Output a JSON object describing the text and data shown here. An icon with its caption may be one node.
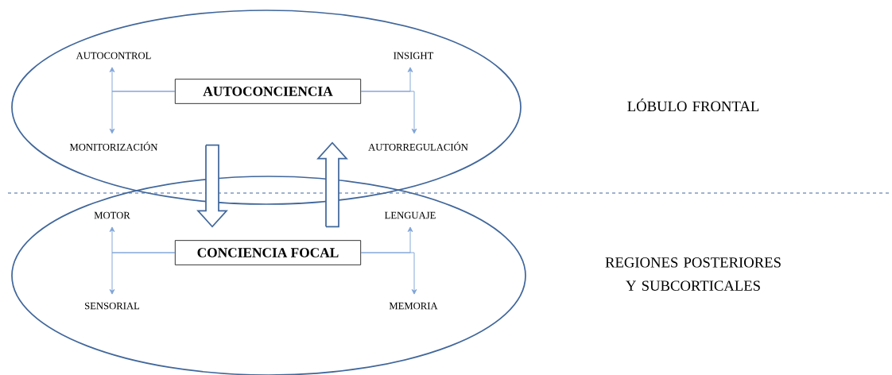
{
  "diagram": {
    "nodes": [
      {
        "text": [],
        "shape": "ellipse"
      },
      {
        "text": [
          "AUTOCONTROL"
        ],
        "in": 0
      },
      {
        "text": [
          "INSIGHT"
        ],
        "in": 0
      },
      {
        "text": [
          "AUTOCONCIENCIA"
        ],
        "in": 0
      },
      {
        "text": [
          "MONITORIZACIÓN"
        ],
        "in": 0
      },
      {
        "text": [
          "AUTORREGULACIÓN"
        ],
        "in": 0
      },
      {
        "text": [],
        "shape": "ellipse"
      },
      {
        "text": [
          "MOTOR"
        ],
        "in": 6
      },
      {
        "text": [
          "LENGUAJE"
        ],
        "in": 6
      },
      {
        "text": [
          "CONCIENCIA FOCAL"
        ],
        "in": 6
      },
      {
        "text": [
          "SENSORIAL"
        ],
        "in": 6
      },
      {
        "text": [
          "MEMORIA"
        ],
        "in": 6
      }
    ],
    "edges": [
      {
        "from": 3,
        "to": 1,
        "arrow": "to"
      },
      {
        "from": 3,
        "to": 4,
        "arrow": "to"
      },
      {
        "from": 3,
        "to": 2,
        "arrow": "to"
      },
      {
        "from": 3,
        "to": 5,
        "arrow": "to"
      },
      {
        "from": 9,
        "to": 7,
        "arrow": "to"
      },
      {
        "from": 9,
        "to": 10,
        "arrow": "to"
      },
      {
        "from": 9,
        "to": 8,
        "arrow": "to"
      },
      {
        "from": 9,
        "to": 11,
        "arrow": "to"
      },
      {
        "from": 3,
        "to": 9,
        "arrow": "to",
        "style": "thick",
        "color": "#41679b"
      },
      {
        "from": 9,
        "to": 3,
        "arrow": "to",
        "style": "thick",
        "color": "#41679b"
      }
    ],
    "labels": [
      "LÓBULO FRONTAL",
      "REGIONES POSTERIORES Y SUBCORTICALES"
    ]
  }
}
